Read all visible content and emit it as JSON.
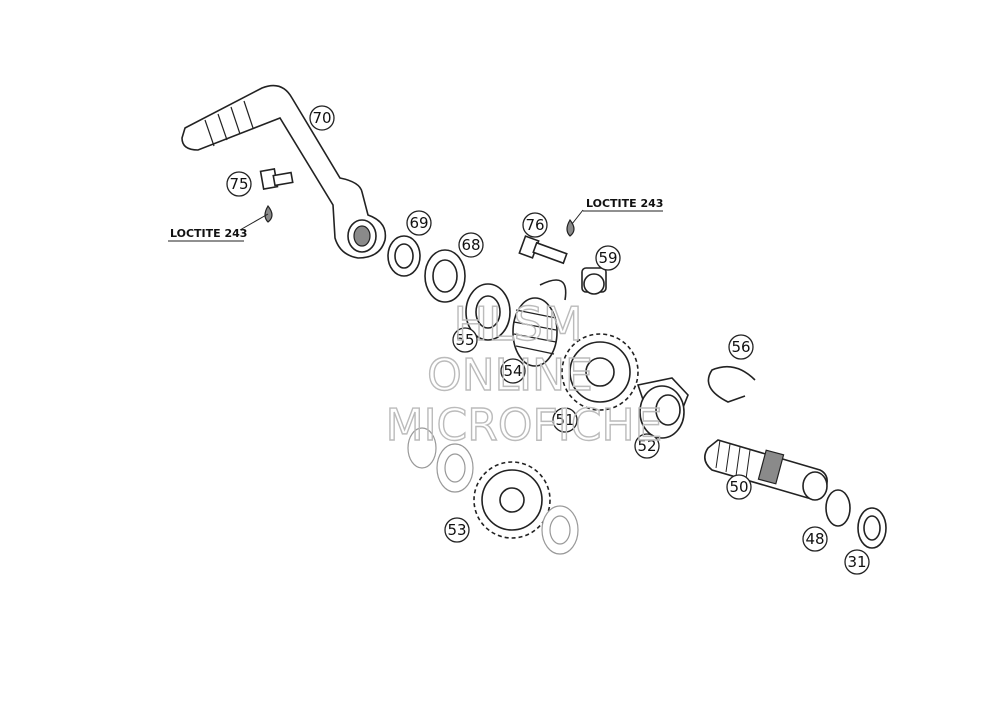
{
  "callouts": {
    "c70": "70",
    "c75": "75",
    "c69": "69",
    "c68": "68",
    "c76": "76",
    "c59": "59",
    "c55": "55",
    "c54": "54",
    "c51": "51",
    "c56": "56",
    "c52": "52",
    "c50": "50",
    "c53": "53",
    "c48": "48",
    "c31": "31"
  },
  "notes": {
    "loctite_left": "LOCTITE 243",
    "loctite_right": "LOCTITE 243"
  },
  "watermark": {
    "line1": "HLSM",
    "line2": "ONLINE",
    "line3": "MICROFICHE"
  }
}
